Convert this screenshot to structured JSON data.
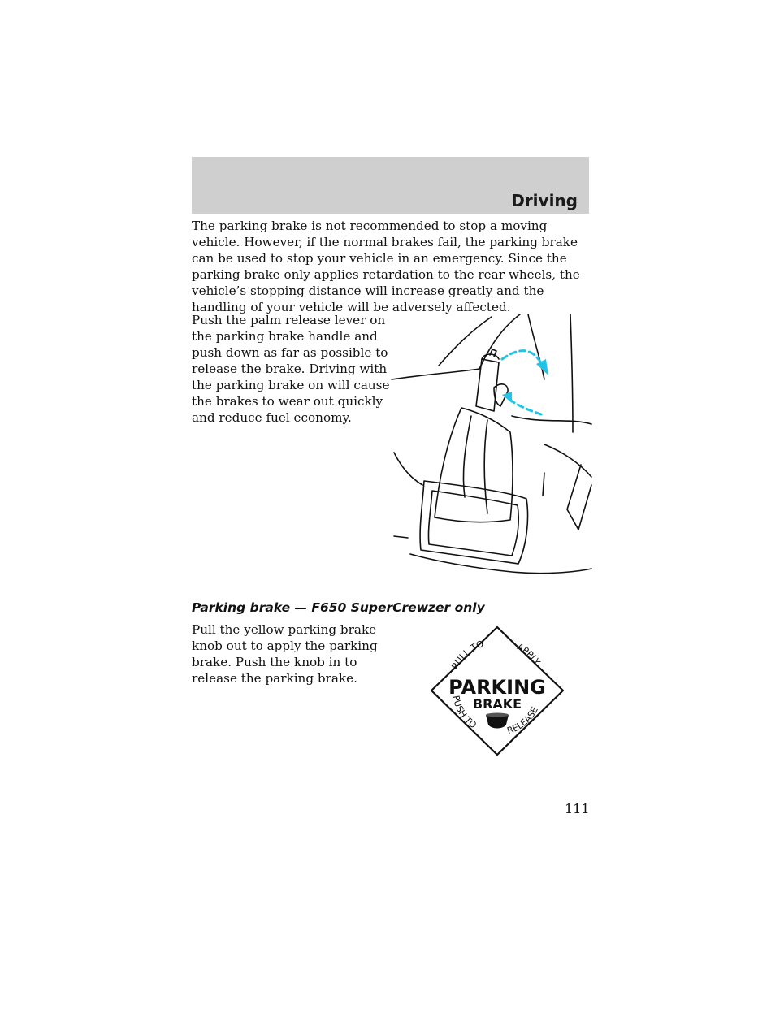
{
  "header": {
    "section": "Driving"
  },
  "body": {
    "p1": "The parking brake is not recommended to stop a moving vehicle. However, if the normal brakes fail, the parking brake can be used to stop your vehicle in an emergency. Since the parking brake only applies retardation to the rear wheels, the vehicle’s stopping distance will increase greatly and the handling of your vehicle will be adversely affected.",
    "p2": "Push the palm release lever on the parking brake handle and push down as far as possible to release the brake. Driving with the parking brake on will cause the brakes to wear out quickly and reduce fuel economy.",
    "subheading": "Parking brake — F650 SuperCrewzer only",
    "p3": "Pull the yellow parking brake knob out to apply the parking brake. Push the knob in to release the parking brake."
  },
  "sign": {
    "title": "PARKING",
    "subtitle": "BRAKE",
    "pull_to": "PULL TO",
    "apply": "APPLY",
    "push_to": "PUSH TO",
    "release": "RELEASE"
  },
  "colors": {
    "arrow": "#22c3e6",
    "header_band": "#cfcfcf"
  },
  "page": {
    "number": "111"
  }
}
